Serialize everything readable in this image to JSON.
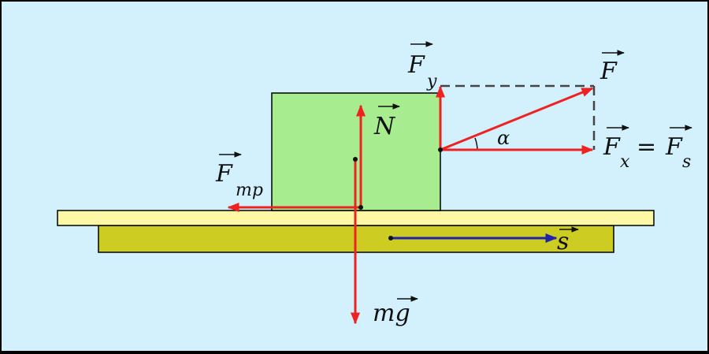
{
  "colors": {
    "background": "#d3f1fd",
    "table_top": "#fdf8a6",
    "table_base": "#cccc22",
    "block": "#a7ed8f",
    "force_arrow": "#ee2222",
    "displacement_arrow": "#2222aa",
    "dashed_line": "#444444"
  },
  "labels": {
    "F": "F",
    "Fy_main": "F",
    "Fy_sub": "y",
    "N": "N",
    "alpha": "α",
    "Fx_main": "F",
    "Fx_sub": "x",
    "equals": "=",
    "Fs_main": "F",
    "Fs_sub": "s",
    "Ftr_main": "F",
    "Ftr_sub": "тр",
    "s": "s",
    "mg": "mg"
  }
}
